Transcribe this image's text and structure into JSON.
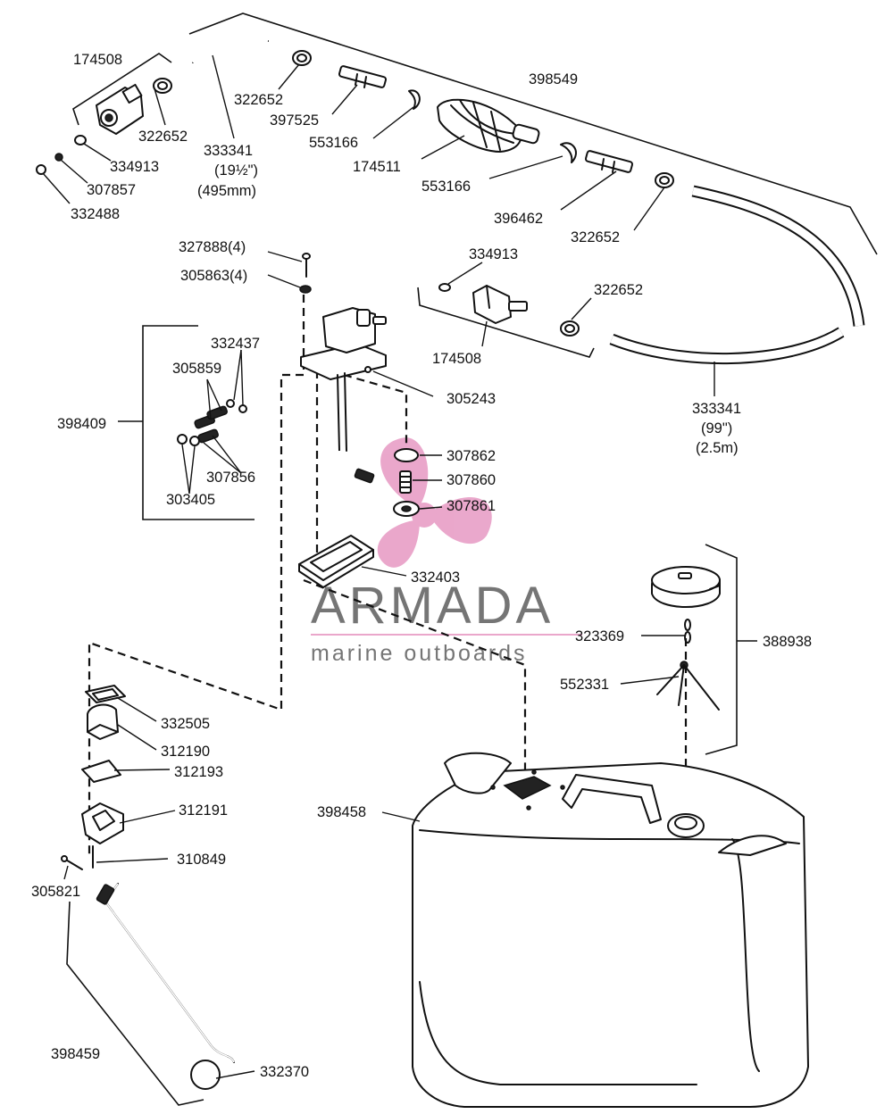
{
  "watermark": {
    "brand": "ARMADA",
    "tagline": "marine outboards",
    "brand_color": "#6e6e6e",
    "accent_color": "#e9a3c9"
  },
  "labels": {
    "p174508_top": "174508",
    "p322652_a": "322652",
    "p334913_top": "334913",
    "p307857": "307857",
    "p332488": "332488",
    "p333341_short_a": "333341",
    "p333341_short_b": "(19½\")",
    "p333341_short_c": "(495mm)",
    "p322652_b": "322652",
    "p397525": "397525",
    "p553166_a": "553166",
    "p174511": "174511",
    "p398549": "398549",
    "p553166_b": "553166",
    "p396462": "396462",
    "p322652_c": "322652",
    "p334913_mid": "334913",
    "p322652_d": "322652",
    "p174508_mid": "174508",
    "p333341_long_a": "333341",
    "p333341_long_b": "(99\")",
    "p333341_long_c": "(2.5m)",
    "p327888": "327888(4)",
    "p305863": "305863(4)",
    "p332437": "332437",
    "p305859": "305859",
    "p398409": "398409",
    "p307856": "307856",
    "p303405": "303405",
    "p305243": "305243",
    "p307862": "307862",
    "p307860": "307860",
    "p307861": "307861",
    "p332403": "332403",
    "p323369": "323369",
    "p388938": "388938",
    "p552331": "552331",
    "p332505": "332505",
    "p312190": "312190",
    "p312193": "312193",
    "p312191": "312191",
    "p398458": "398458",
    "p310849": "310849",
    "p305821": "305821",
    "p398459": "398459",
    "p332370": "332370"
  }
}
